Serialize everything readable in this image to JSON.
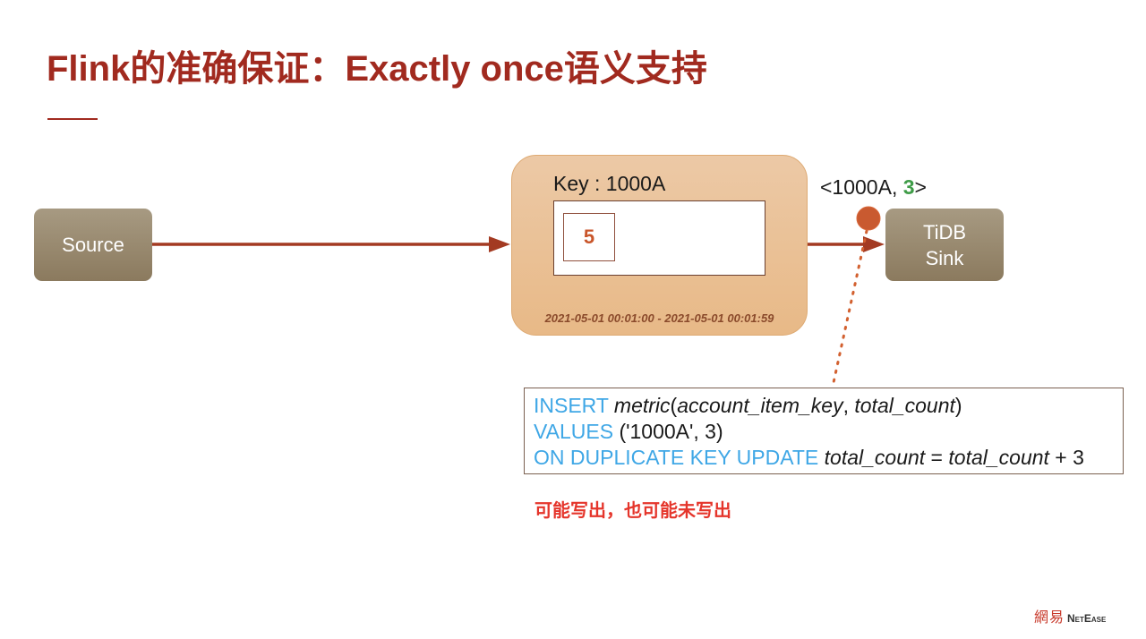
{
  "slide": {
    "title": "Flink的准确保证：Exactly once语义支持"
  },
  "diagram": {
    "source_label": "Source",
    "sink_label_line1": "TiDB",
    "sink_label_line2": "Sink",
    "window": {
      "key_label": "Key : 1000A",
      "count_value": "5",
      "time_range": "2021-05-01 00:01:00 - 2021-05-01 00:01:59"
    },
    "record": {
      "prefix": "<1000A, ",
      "count": "3",
      "suffix": ">"
    }
  },
  "sql": {
    "line1": {
      "kw": "INSERT",
      "table": "metric",
      "open": "(",
      "col1": "account_item_key",
      "sep": ", ",
      "col2": "total_count",
      "close": ")"
    },
    "line2": {
      "kw": "VALUES",
      "rest": " ('1000A', 3)"
    },
    "line3": {
      "kw": "ON DUPLICATE KEY UPDATE",
      "lhs": "total_count",
      "op": " = ",
      "rhs": "total_count",
      "tail": " + 3"
    }
  },
  "note": "可能写出，也可能未写出",
  "logo": {
    "cn": "網易",
    "en": "NetEase"
  },
  "colors": {
    "title": "#a12a1f",
    "arrow": "#a33a22",
    "window_fill": "#ecc9a6",
    "node_fill": "#9a8a6e",
    "keyword": "#3fa7e6",
    "note": "#e5352b",
    "count_highlight": "#3f9c48",
    "marker": "#c95a30"
  },
  "icons": [
    "arrow-right-icon",
    "write-point-marker-icon",
    "netease-logo"
  ]
}
